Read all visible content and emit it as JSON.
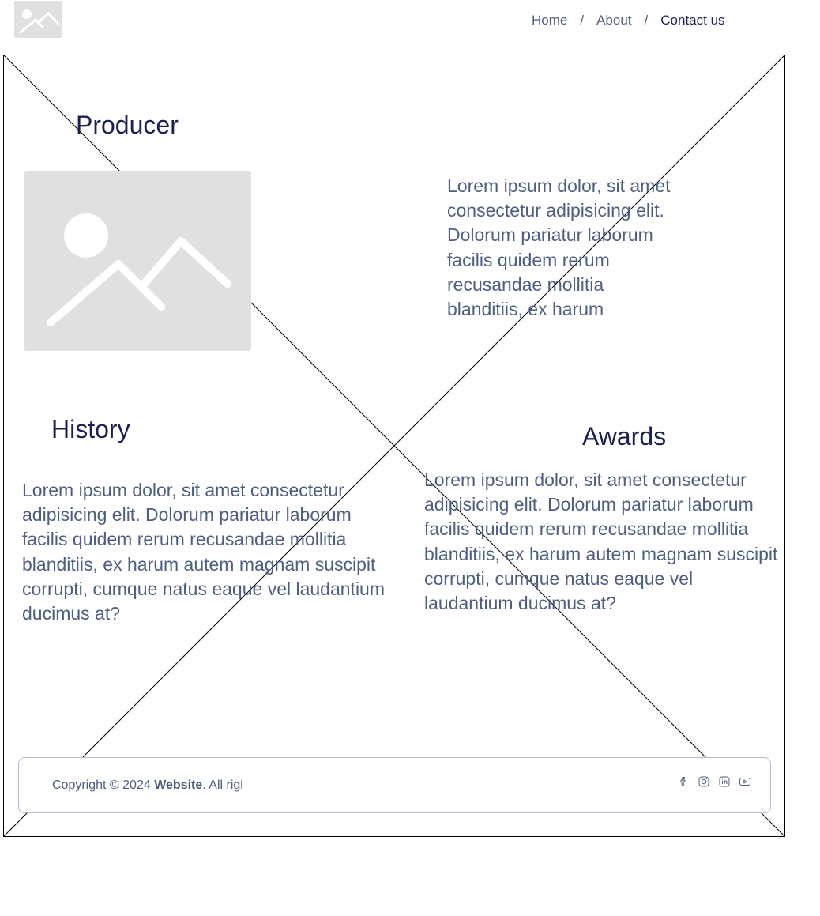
{
  "nav": {
    "logo_icon": "image-placeholder-icon",
    "breadcrumb": [
      {
        "label": "Home"
      },
      {
        "label": "About"
      },
      {
        "label": "Contact us"
      }
    ],
    "separator": "/"
  },
  "producer": {
    "title": "Producer",
    "image_icon": "image-placeholder-icon",
    "text": "Lorem ipsum dolor, sit amet consectetur adipisicing elit. Dolorum pariatur laborum facilis quidem rerum recusandae mollitia blanditiis, ex harum"
  },
  "history": {
    "title": "History",
    "text": "Lorem ipsum dolor, sit amet consectetur adipisicing elit. Dolorum pariatur laborum facilis quidem rerum recusandae mollitia blanditiis, ex harum autem magnam suscipit corrupti, cumque natus eaque vel laudantium ducimus at?"
  },
  "awards": {
    "title": "Awards",
    "text": "Lorem ipsum dolor, sit amet consectetur adipisicing elit. Dolorum pariatur laborum facilis quidem rerum recusandae mollitia blanditiis, ex harum autem magnam suscipit corrupti, cumque natus eaque vel laudantium ducimus at?"
  },
  "footer": {
    "copyright_prefix": "Copyright © 2024 ",
    "brand": "Website",
    "copyright_suffix": ". All rights reserved.",
    "socials": [
      "facebook-icon",
      "instagram-icon",
      "linkedin-icon",
      "youtube-icon"
    ]
  },
  "colors": {
    "heading": "#1a2152",
    "body": "#4d5e80",
    "placeholder": "#e0e0e0"
  }
}
